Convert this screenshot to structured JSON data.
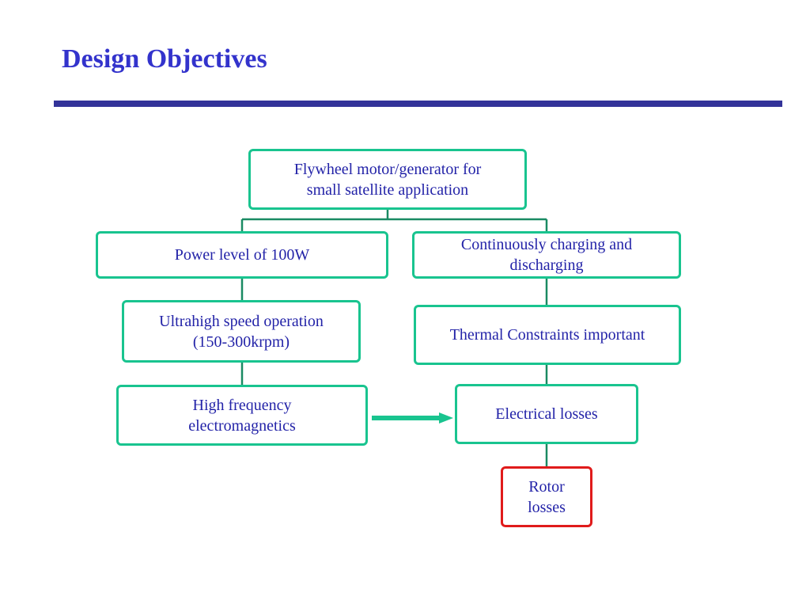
{
  "title": "Design Objectives",
  "colors": {
    "title": "#3333cc",
    "rule": "#333399",
    "node_border": "#19c48f",
    "node_text": "#2323a8",
    "connector": "#1a8a63",
    "arrow": "#19c48f",
    "highlight_border": "#e01b1b"
  },
  "nodes": {
    "root": "Flywheel motor/generator for\nsmall satellite application",
    "power_level": "Power level of 100W",
    "charging": "Continuously charging and\ndischarging",
    "ultrahigh_speed": "Ultrahigh speed operation\n(150-300krpm)",
    "thermal": "Thermal Constraints important",
    "high_frequency": "High frequency\nelectromagnetics",
    "electrical_losses": "Electrical losses",
    "rotor_losses": "Rotor\nlosses"
  }
}
